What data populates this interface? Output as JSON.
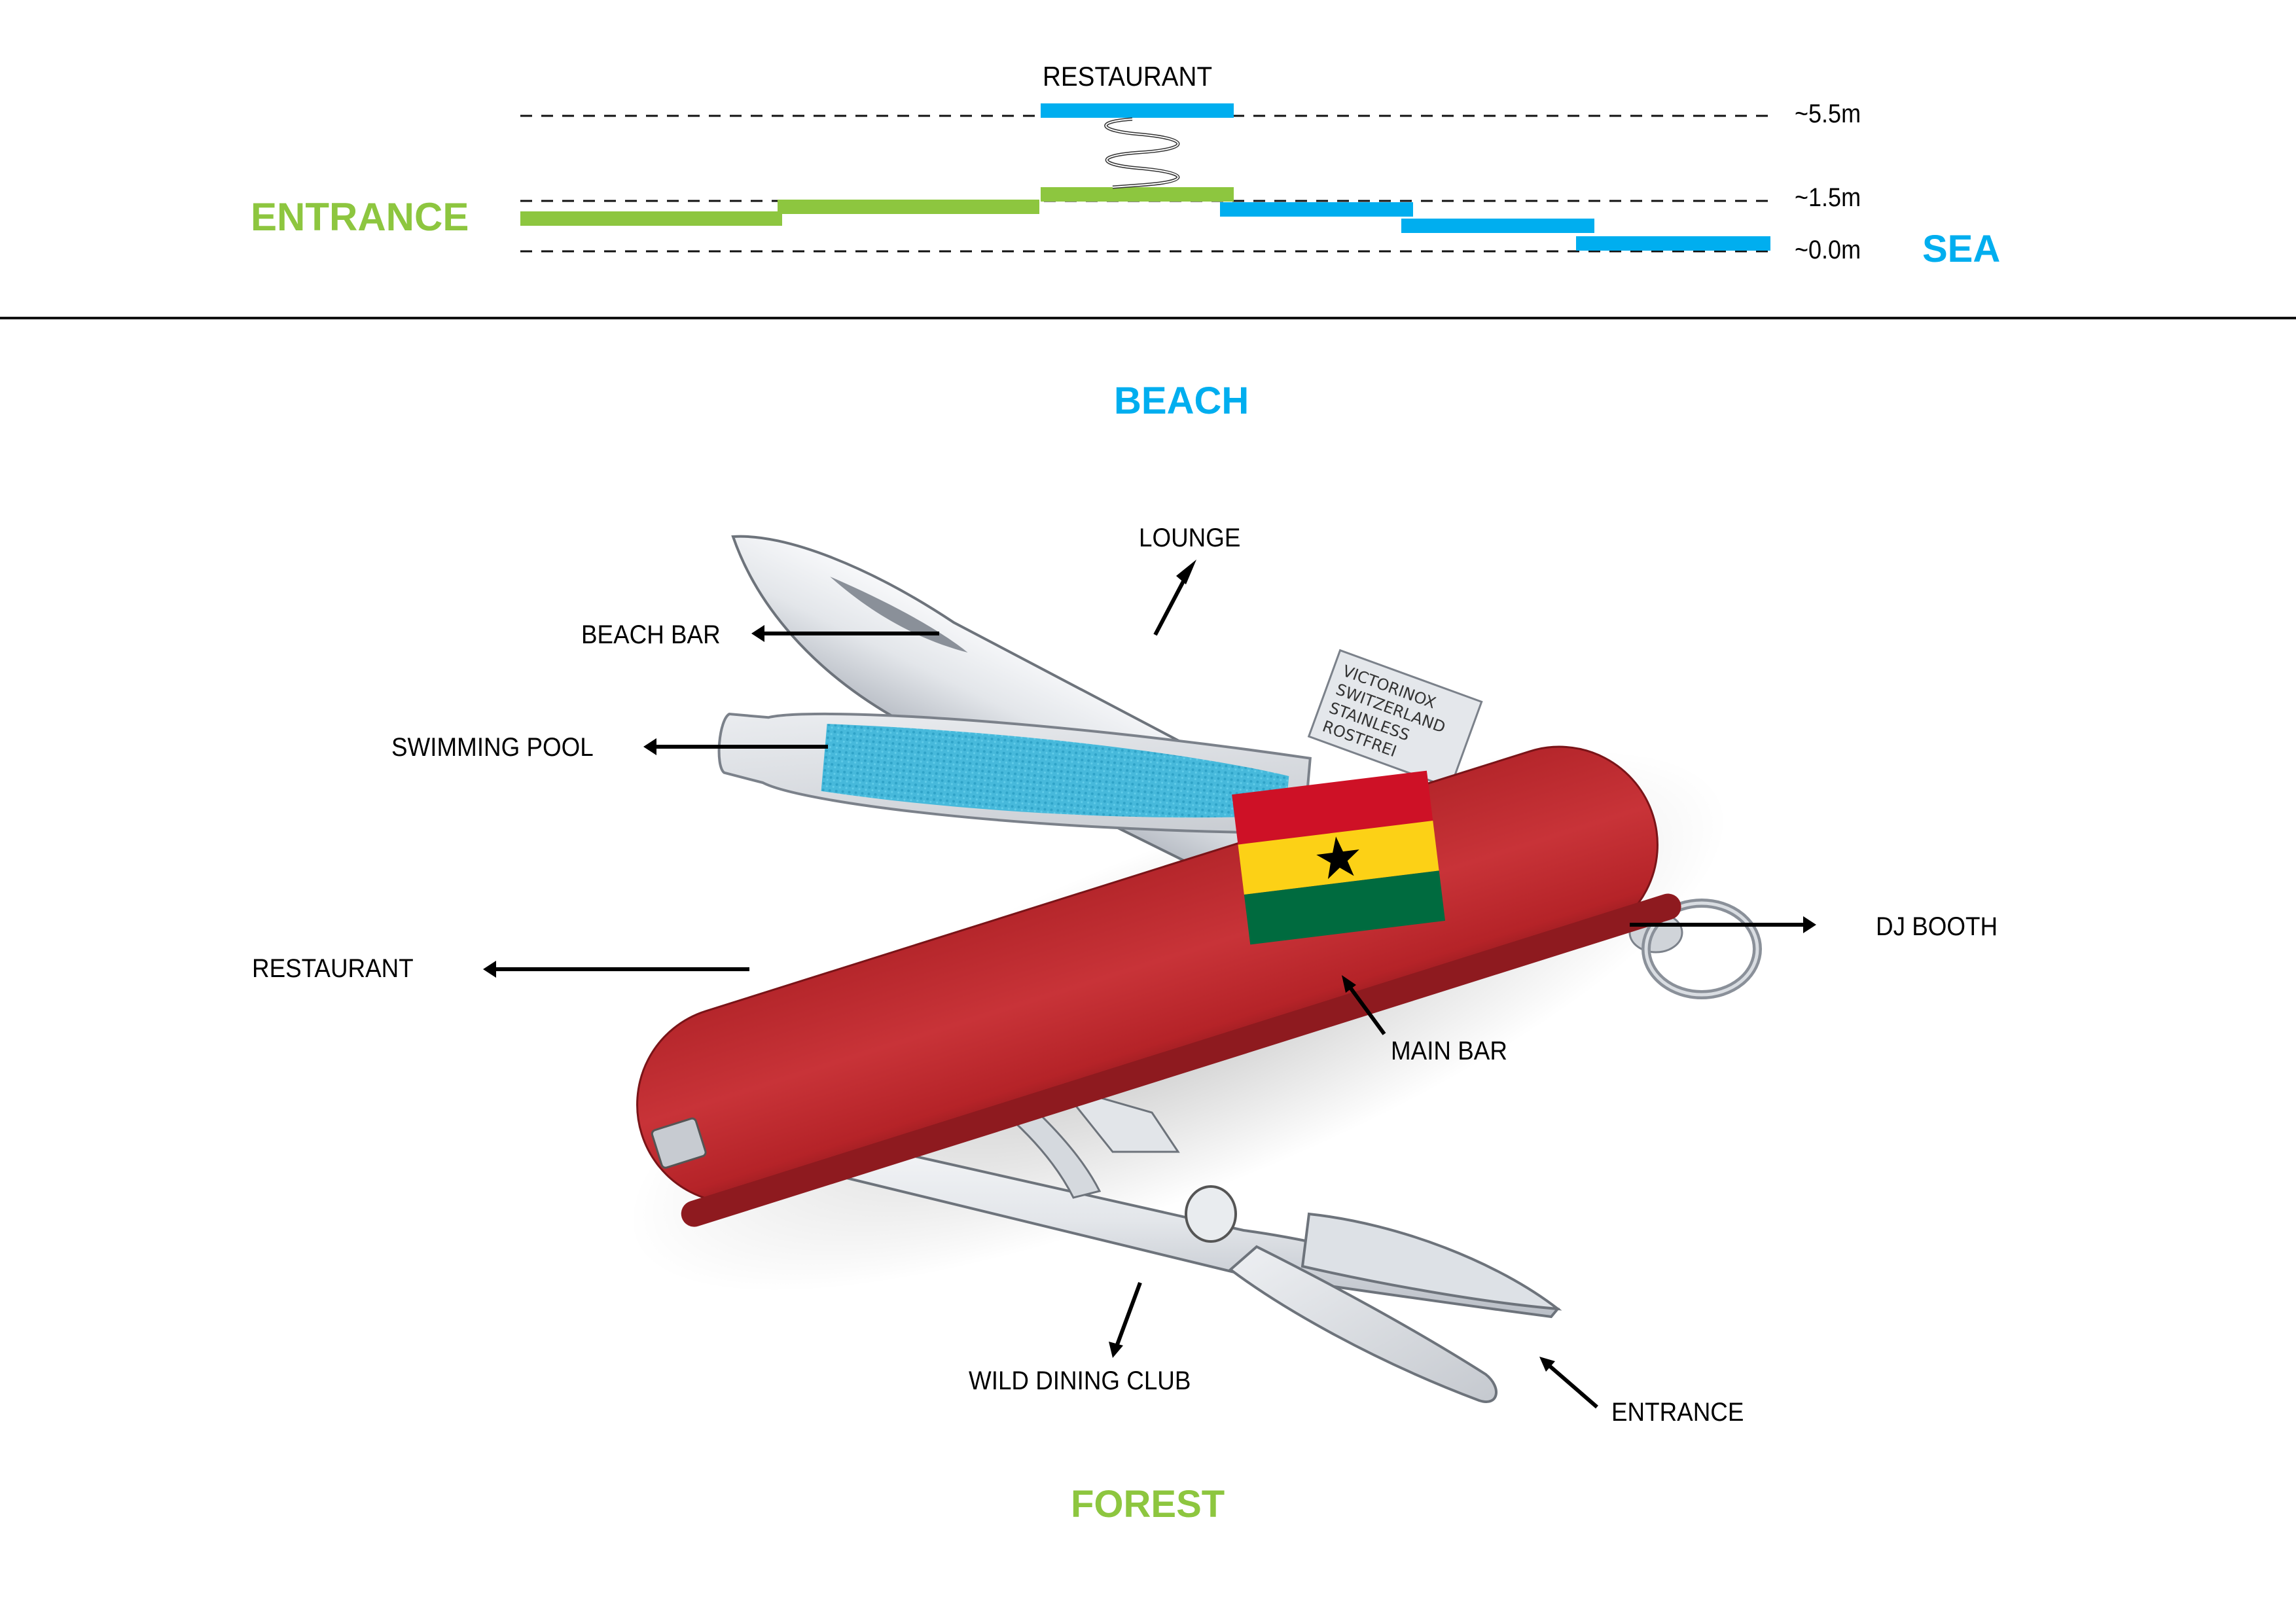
{
  "section": {
    "title": "RESTAURANT",
    "zone_left": "ENTRANCE",
    "zone_right": "SEA",
    "levels": [
      {
        "label": "~5.5m",
        "value_m": 5.5
      },
      {
        "label": "~1.5m",
        "value_m": 1.5
      },
      {
        "label": "~0.0m",
        "value_m": 0.0
      }
    ]
  },
  "plan": {
    "top_zone": "BEACH",
    "bottom_zone": "FOREST",
    "annotations": [
      {
        "id": "lounge",
        "label": "LOUNGE"
      },
      {
        "id": "beach-bar",
        "label": "BEACH BAR"
      },
      {
        "id": "swimming-pool",
        "label": "SWIMMING POOL"
      },
      {
        "id": "restaurant",
        "label": "RESTAURANT"
      },
      {
        "id": "dj-booth",
        "label": "DJ BOOTH"
      },
      {
        "id": "main-bar",
        "label": "MAIN BAR"
      },
      {
        "id": "wild-dining-club",
        "label": "WILD DINING CLUB"
      },
      {
        "id": "entrance",
        "label": "ENTRANCE"
      }
    ],
    "blade_engraving": [
      "VICTORINOX",
      "SWITZERLAND",
      "STAINLESS",
      "ROSTFREI"
    ],
    "flag": "ghana-flag"
  },
  "colors": {
    "green": "#8dc63f",
    "blue": "#00aeef",
    "red_body": "#c0282e",
    "flag_red": "#ce1126",
    "flag_yellow": "#fcd116",
    "flag_green": "#006b3f"
  }
}
